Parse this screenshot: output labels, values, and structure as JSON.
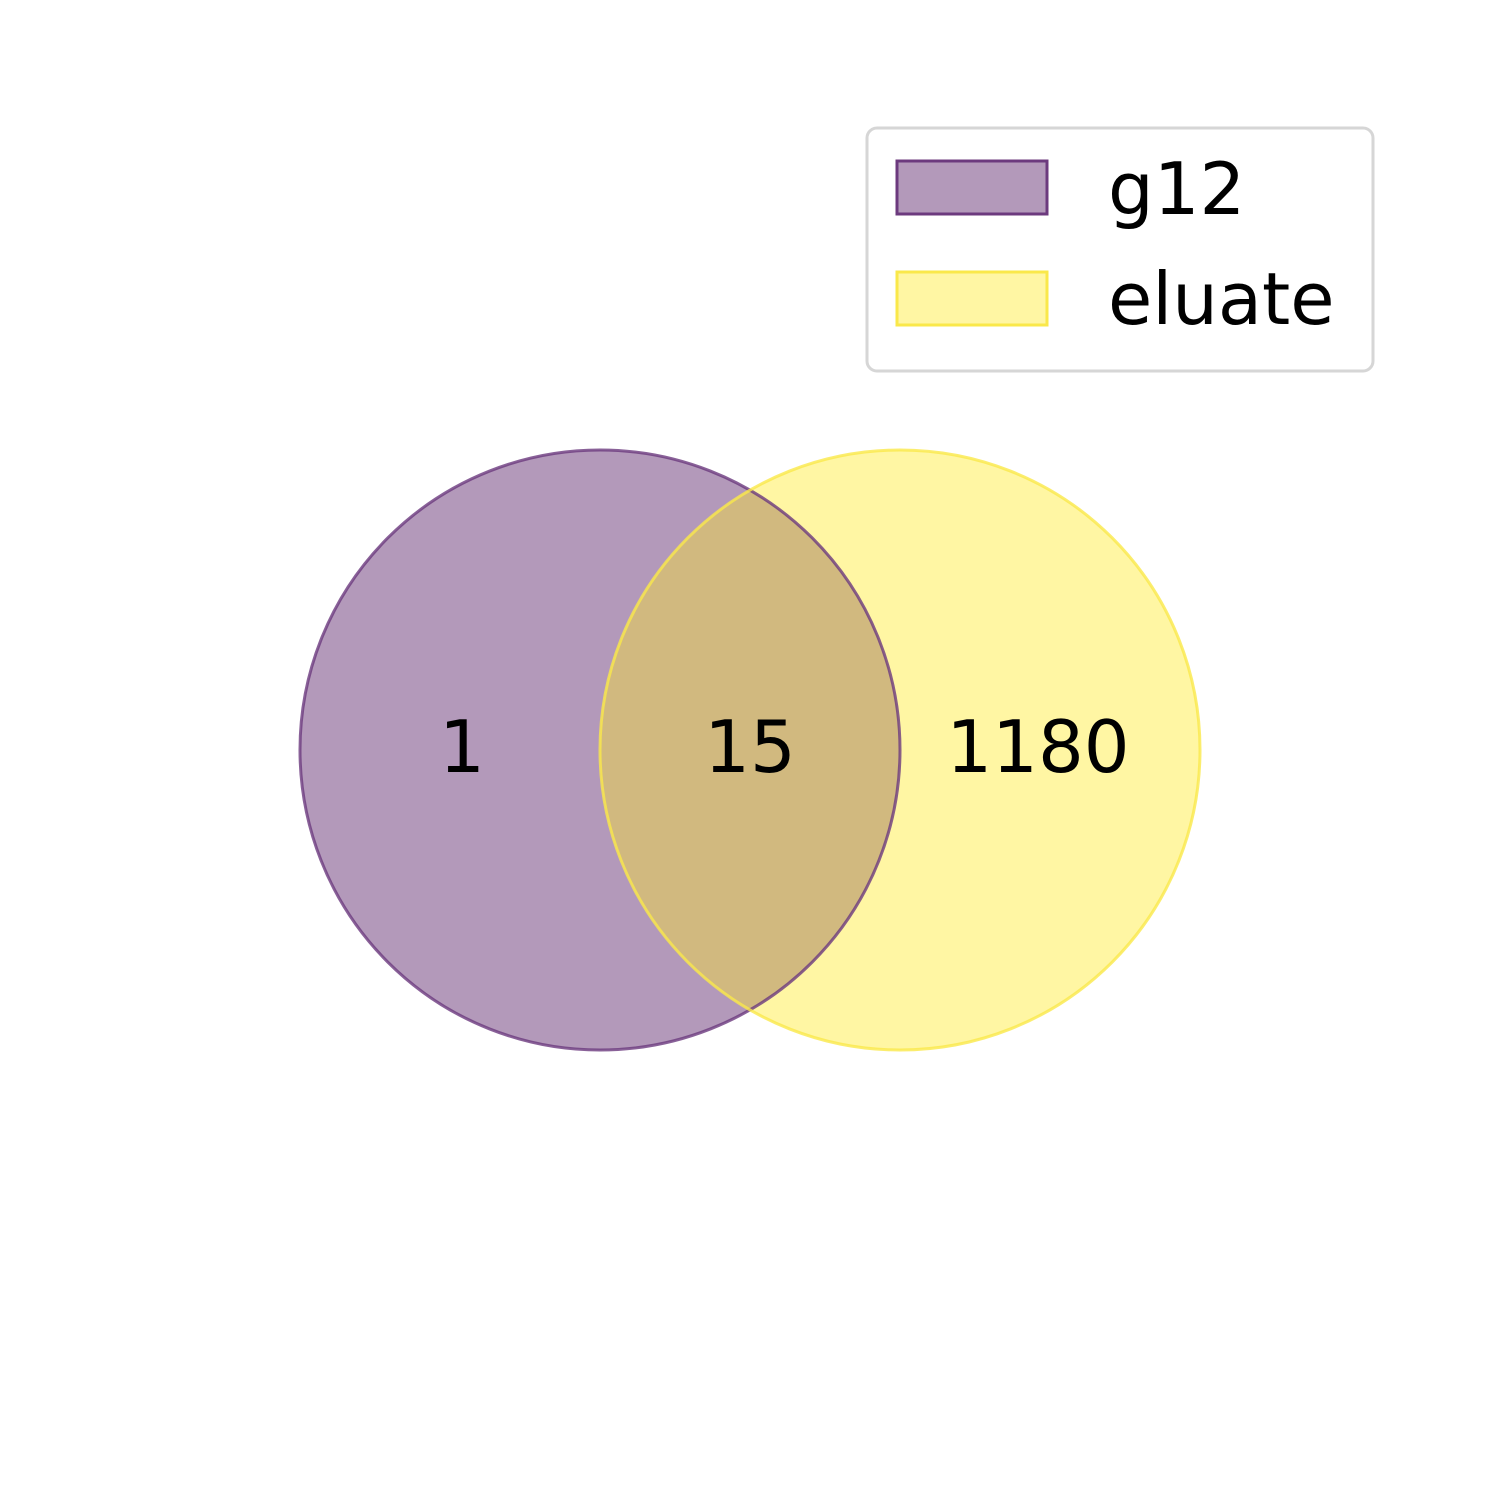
{
  "venn": {
    "sets": [
      {
        "name": "g12",
        "fill": "#b399ba",
        "stroke": "#6c3a7e"
      },
      {
        "name": "eluate",
        "fill": "#fff6a3",
        "stroke": "#fae84a"
      }
    ],
    "overlap_fill": "#d1b97f",
    "regions": {
      "g12_only": "1",
      "overlap": "15",
      "eluate_only": "1180"
    }
  },
  "legend": {
    "placement": "top-right",
    "items": [
      {
        "label": "g12"
      },
      {
        "label": "eluate"
      }
    ]
  }
}
